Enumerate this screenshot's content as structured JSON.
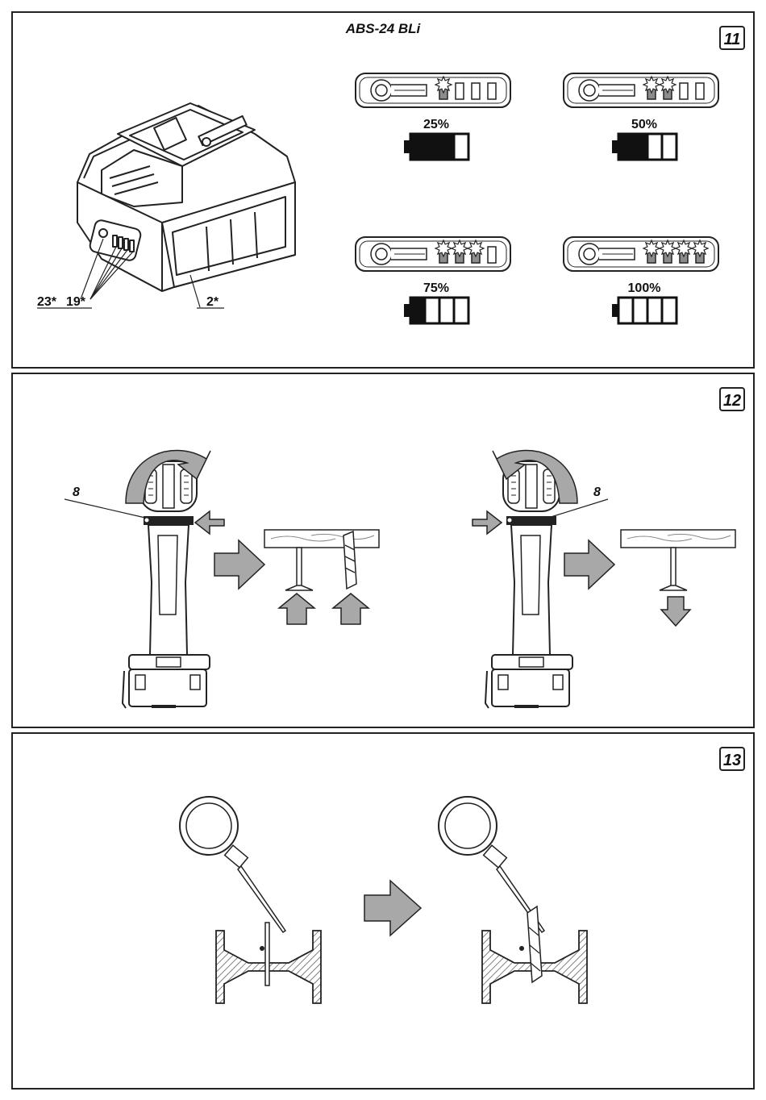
{
  "fig11": {
    "number": "11",
    "model": "ABS-24 BLi",
    "callouts": [
      "23*",
      "19*",
      "2*"
    ],
    "levels": [
      {
        "label": "25%",
        "lit_leds": 1,
        "filled_cells": 3
      },
      {
        "label": "50%",
        "lit_leds": 2,
        "filled_cells": 2
      },
      {
        "label": "75%",
        "lit_leds": 3,
        "filled_cells": 1
      },
      {
        "label": "100%",
        "lit_leds": 4,
        "filled_cells": 0
      }
    ]
  },
  "fig12": {
    "number": "12",
    "callout_left": "8",
    "callout_right": "8"
  },
  "fig13": {
    "number": "13"
  },
  "colors": {
    "arrow_fill": "#a8a8a8",
    "line": "#222222",
    "grip": "#cfcfcf"
  }
}
